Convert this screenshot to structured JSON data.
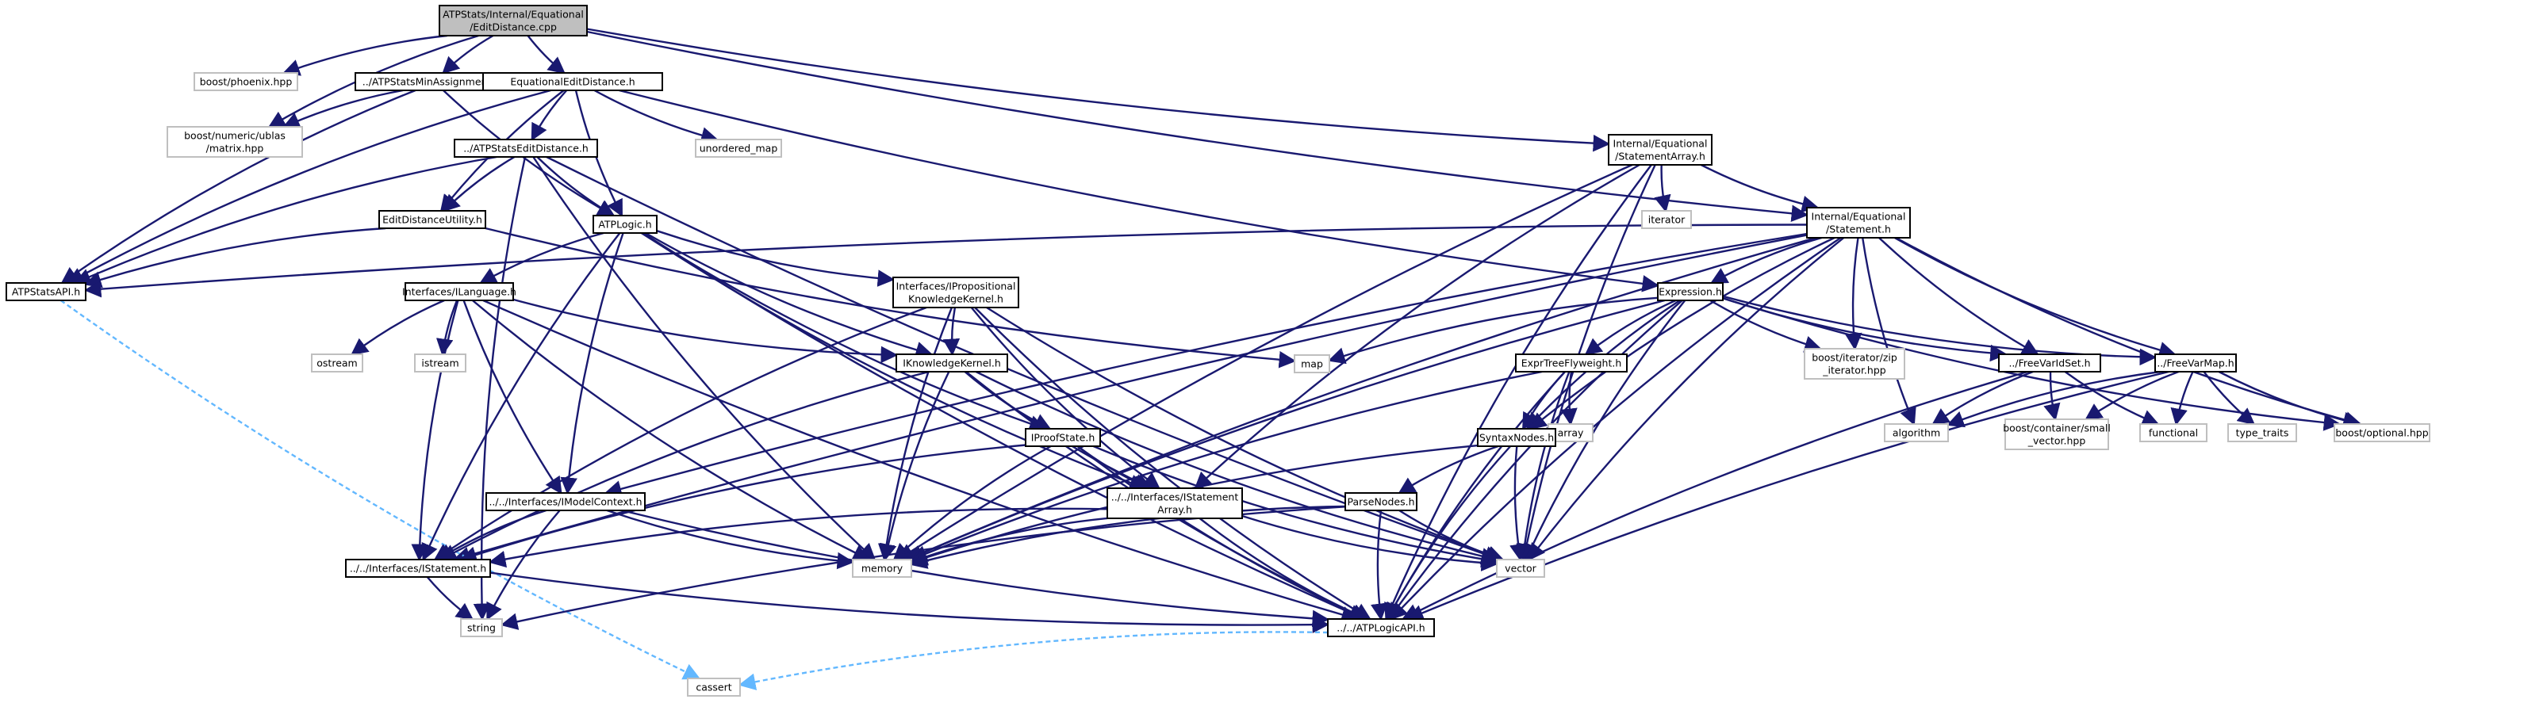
{
  "colors": {
    "edge": "#191970",
    "dashed_edge": "#63b8ff",
    "root_fill": "#bfbfbf",
    "node_border": "#000000",
    "external_border": "#bfbfbf"
  },
  "nodes": [
    {
      "id": "root",
      "kind": "root",
      "lines": [
        "ATPStats/Internal/Equational",
        "/EditDistance.cpp"
      ]
    },
    {
      "id": "phoenix",
      "kind": "ext",
      "lines": [
        "boost/phoenix.hpp"
      ]
    },
    {
      "id": "minassign",
      "kind": "local",
      "lines": [
        "../ATPStatsMinAssignment.h"
      ]
    },
    {
      "id": "eqedit",
      "kind": "local",
      "lines": [
        "EquationalEditDistance.h"
      ]
    },
    {
      "id": "ublas",
      "kind": "ext",
      "lines": [
        "boost/numeric/ublas",
        "/matrix.hpp"
      ]
    },
    {
      "id": "unordered_map",
      "kind": "ext",
      "lines": [
        "unordered_map"
      ]
    },
    {
      "id": "stmtarray_h",
      "kind": "local",
      "lines": [
        "Internal/Equational",
        "/StatementArray.h"
      ]
    },
    {
      "id": "atpstatsedit",
      "kind": "local",
      "lines": [
        "../ATPStatsEditDistance.h"
      ]
    },
    {
      "id": "iterator",
      "kind": "ext",
      "lines": [
        "iterator"
      ]
    },
    {
      "id": "statement_h",
      "kind": "local",
      "lines": [
        "Internal/Equational",
        "/Statement.h"
      ]
    },
    {
      "id": "editutil",
      "kind": "local",
      "lines": [
        "EditDistanceUtility.h"
      ]
    },
    {
      "id": "atplogic",
      "kind": "local",
      "lines": [
        "ATPLogic.h"
      ]
    },
    {
      "id": "atpstatsapi",
      "kind": "local",
      "lines": [
        "ATPStatsAPI.h"
      ]
    },
    {
      "id": "language",
      "kind": "local",
      "lines": [
        "Interfaces/ILanguage.h"
      ]
    },
    {
      "id": "propkernel",
      "kind": "local",
      "lines": [
        "Interfaces/IPropositional",
        "KnowledgeKernel.h"
      ]
    },
    {
      "id": "expression",
      "kind": "local",
      "lines": [
        "Expression.h"
      ]
    },
    {
      "id": "ostream",
      "kind": "ext",
      "lines": [
        "ostream"
      ]
    },
    {
      "id": "istream",
      "kind": "ext",
      "lines": [
        "istream"
      ]
    },
    {
      "id": "map",
      "kind": "ext",
      "lines": [
        "map"
      ]
    },
    {
      "id": "zipiter",
      "kind": "ext",
      "lines": [
        "boost/iterator/zip",
        "_iterator.hpp"
      ]
    },
    {
      "id": "iknowledge",
      "kind": "local",
      "lines": [
        "IKnowledgeKernel.h"
      ]
    },
    {
      "id": "exprtree",
      "kind": "local",
      "lines": [
        "ExprTreeFlyweight.h"
      ]
    },
    {
      "id": "freevarid",
      "kind": "local",
      "lines": [
        "../FreeVarIdSet.h"
      ]
    },
    {
      "id": "freevarmap",
      "kind": "local",
      "lines": [
        "../FreeVarMap.h"
      ]
    },
    {
      "id": "array",
      "kind": "ext",
      "lines": [
        "array"
      ]
    },
    {
      "id": "syntaxnodes",
      "kind": "local",
      "lines": [
        "SyntaxNodes.h"
      ]
    },
    {
      "id": "algorithm",
      "kind": "ext",
      "lines": [
        "algorithm"
      ]
    },
    {
      "id": "smallvector",
      "kind": "ext",
      "lines": [
        "boost/container/small",
        "_vector.hpp"
      ]
    },
    {
      "id": "functional",
      "kind": "ext",
      "lines": [
        "functional"
      ]
    },
    {
      "id": "type_traits",
      "kind": "ext",
      "lines": [
        "type_traits"
      ]
    },
    {
      "id": "optional",
      "kind": "ext",
      "lines": [
        "boost/optional.hpp"
      ]
    },
    {
      "id": "iproofstate",
      "kind": "local",
      "lines": [
        "IProofState.h"
      ]
    },
    {
      "id": "istmtarray",
      "kind": "local",
      "lines": [
        "../../Interfaces/IStatement",
        "Array.h"
      ]
    },
    {
      "id": "parsenodes",
      "kind": "local",
      "lines": [
        "ParseNodes.h"
      ]
    },
    {
      "id": "imodel",
      "kind": "local",
      "lines": [
        "../../Interfaces/IModelContext.h"
      ]
    },
    {
      "id": "memory",
      "kind": "ext",
      "lines": [
        "memory"
      ]
    },
    {
      "id": "vector",
      "kind": "ext",
      "lines": [
        "vector"
      ]
    },
    {
      "id": "istatement",
      "kind": "local",
      "lines": [
        "../../Interfaces/IStatement.h"
      ]
    },
    {
      "id": "string",
      "kind": "ext",
      "lines": [
        "string"
      ]
    },
    {
      "id": "atplogicapi",
      "kind": "local",
      "lines": [
        "../../ATPLogicAPI.h"
      ]
    },
    {
      "id": "cassert",
      "kind": "ext",
      "lines": [
        "cassert"
      ]
    }
  ],
  "edges": [
    [
      "root",
      "phoenix"
    ],
    [
      "root",
      "minassign"
    ],
    [
      "root",
      "ublas"
    ],
    [
      "root",
      "eqedit"
    ],
    [
      "root",
      "stmtarray_h"
    ],
    [
      "root",
      "statement_h"
    ],
    [
      "minassign",
      "ublas"
    ],
    [
      "minassign",
      "atpstatsapi"
    ],
    [
      "minassign",
      "atplogic"
    ],
    [
      "eqedit",
      "atpstatsedit"
    ],
    [
      "eqedit",
      "editutil"
    ],
    [
      "eqedit",
      "atplogic"
    ],
    [
      "eqedit",
      "unordered_map"
    ],
    [
      "eqedit",
      "expression"
    ],
    [
      "eqedit",
      "atpstatsapi"
    ],
    [
      "atpstatsedit",
      "editutil"
    ],
    [
      "atpstatsedit",
      "atplogic"
    ],
    [
      "atpstatsedit",
      "atpstatsapi"
    ],
    [
      "atpstatsedit",
      "memory"
    ],
    [
      "atpstatsedit",
      "string"
    ],
    [
      "atpstatsedit",
      "vector"
    ],
    [
      "editutil",
      "atpstatsapi"
    ],
    [
      "editutil",
      "map"
    ],
    [
      "stmtarray_h",
      "iterator"
    ],
    [
      "stmtarray_h",
      "statement_h"
    ],
    [
      "stmtarray_h",
      "memory"
    ],
    [
      "stmtarray_h",
      "vector"
    ],
    [
      "stmtarray_h",
      "istmtarray"
    ],
    [
      "stmtarray_h",
      "atplogicapi"
    ],
    [
      "statement_h",
      "expression"
    ],
    [
      "statement_h",
      "syntaxnodes"
    ],
    [
      "statement_h",
      "zipiter"
    ],
    [
      "statement_h",
      "freevarid"
    ],
    [
      "statement_h",
      "freevarmap"
    ],
    [
      "statement_h",
      "algorithm"
    ],
    [
      "statement_h",
      "optional"
    ],
    [
      "statement_h",
      "memory"
    ],
    [
      "statement_h",
      "vector"
    ],
    [
      "statement_h",
      "atplogicapi"
    ],
    [
      "statement_h",
      "istatement"
    ],
    [
      "statement_h",
      "imodel"
    ],
    [
      "statement_h",
      "atpstatsapi"
    ],
    [
      "atplogic",
      "language"
    ],
    [
      "atplogic",
      "propkernel"
    ],
    [
      "atplogic",
      "iknowledge"
    ],
    [
      "atplogic",
      "iproofstate"
    ],
    [
      "atplogic",
      "istmtarray"
    ],
    [
      "atplogic",
      "imodel"
    ],
    [
      "atplogic",
      "istatement"
    ],
    [
      "atplogic",
      "atplogicapi"
    ],
    [
      "atpstatsapi",
      "cassert"
    ],
    [
      "language",
      "ostream"
    ],
    [
      "language",
      "istream"
    ],
    [
      "language",
      "iknowledge"
    ],
    [
      "language",
      "imodel"
    ],
    [
      "language",
      "istatement"
    ],
    [
      "language",
      "memory"
    ],
    [
      "language",
      "atplogicapi"
    ],
    [
      "propkernel",
      "iknowledge"
    ],
    [
      "propkernel",
      "istmtarray"
    ],
    [
      "propkernel",
      "istatement"
    ],
    [
      "propkernel",
      "memory"
    ],
    [
      "propkernel",
      "vector"
    ],
    [
      "propkernel",
      "atplogicapi"
    ],
    [
      "expression",
      "map"
    ],
    [
      "expression",
      "zipiter"
    ],
    [
      "expression",
      "exprtree"
    ],
    [
      "expression",
      "freevarid"
    ],
    [
      "expression",
      "freevarmap"
    ],
    [
      "expression",
      "syntaxnodes"
    ],
    [
      "expression",
      "optional"
    ],
    [
      "expression",
      "memory"
    ],
    [
      "expression",
      "vector"
    ],
    [
      "expression",
      "atplogicapi"
    ],
    [
      "iknowledge",
      "iproofstate"
    ],
    [
      "iknowledge",
      "istmtarray"
    ],
    [
      "iknowledge",
      "istatement"
    ],
    [
      "iknowledge",
      "memory"
    ],
    [
      "iknowledge",
      "vector"
    ],
    [
      "iknowledge",
      "atplogicapi"
    ],
    [
      "exprtree",
      "array"
    ],
    [
      "exprtree",
      "syntaxnodes"
    ],
    [
      "exprtree",
      "memory"
    ],
    [
      "exprtree",
      "vector"
    ],
    [
      "exprtree",
      "atplogicapi"
    ],
    [
      "freevarid",
      "algorithm"
    ],
    [
      "freevarid",
      "smallvector"
    ],
    [
      "freevarid",
      "functional"
    ],
    [
      "freevarid",
      "atplogicapi"
    ],
    [
      "freevarmap",
      "algorithm"
    ],
    [
      "freevarmap",
      "smallvector"
    ],
    [
      "freevarmap",
      "functional"
    ],
    [
      "freevarmap",
      "type_traits"
    ],
    [
      "freevarmap",
      "optional"
    ],
    [
      "freevarmap",
      "atplogicapi"
    ],
    [
      "syntaxnodes",
      "parsenodes"
    ],
    [
      "syntaxnodes",
      "memory"
    ],
    [
      "syntaxnodes",
      "vector"
    ],
    [
      "syntaxnodes",
      "atplogicapi"
    ],
    [
      "iproofstate",
      "istmtarray"
    ],
    [
      "iproofstate",
      "istatement"
    ],
    [
      "iproofstate",
      "memory"
    ],
    [
      "iproofstate",
      "vector"
    ],
    [
      "iproofstate",
      "atplogicapi"
    ],
    [
      "istmtarray",
      "istatement"
    ],
    [
      "istmtarray",
      "memory"
    ],
    [
      "istmtarray",
      "vector"
    ],
    [
      "istmtarray",
      "atplogicapi"
    ],
    [
      "parsenodes",
      "memory"
    ],
    [
      "parsenodes",
      "vector"
    ],
    [
      "parsenodes",
      "string"
    ],
    [
      "parsenodes",
      "atplogicapi"
    ],
    [
      "imodel",
      "istatement"
    ],
    [
      "imodel",
      "memory"
    ],
    [
      "imodel",
      "string"
    ],
    [
      "imodel",
      "atplogicapi"
    ],
    [
      "istatement",
      "string"
    ],
    [
      "istatement",
      "atplogicapi"
    ],
    [
      "atplogicapi",
      "cassert"
    ]
  ],
  "dashed_edges": [
    [
      "atpstatsapi",
      "cassert"
    ],
    [
      "atplogicapi",
      "cassert"
    ]
  ]
}
